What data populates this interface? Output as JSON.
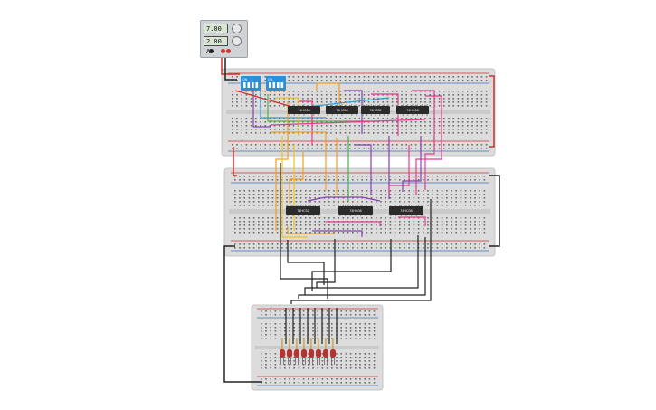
{
  "power_supply": {
    "voltage_display": "7.00 V",
    "current_display": "2.00 A"
  },
  "dip_switches": [
    {
      "label": "ON"
    },
    {
      "label": "ON"
    }
  ],
  "chips": [
    {
      "label": "74HC08"
    },
    {
      "label": "74HC08"
    },
    {
      "label": "74HC32"
    },
    {
      "label": "74HC08"
    },
    {
      "label": "74HC32"
    },
    {
      "label": "74HC08"
    },
    {
      "label": "74HC08"
    }
  ],
  "led_count": 8,
  "colors": {
    "breadboard": "#dcdcdc",
    "rail_red": "#d0312d",
    "rail_blue": "#3a6fc4",
    "chip": "#2b2b2b",
    "dip": "#2f8fd6",
    "led": "#b83232"
  }
}
